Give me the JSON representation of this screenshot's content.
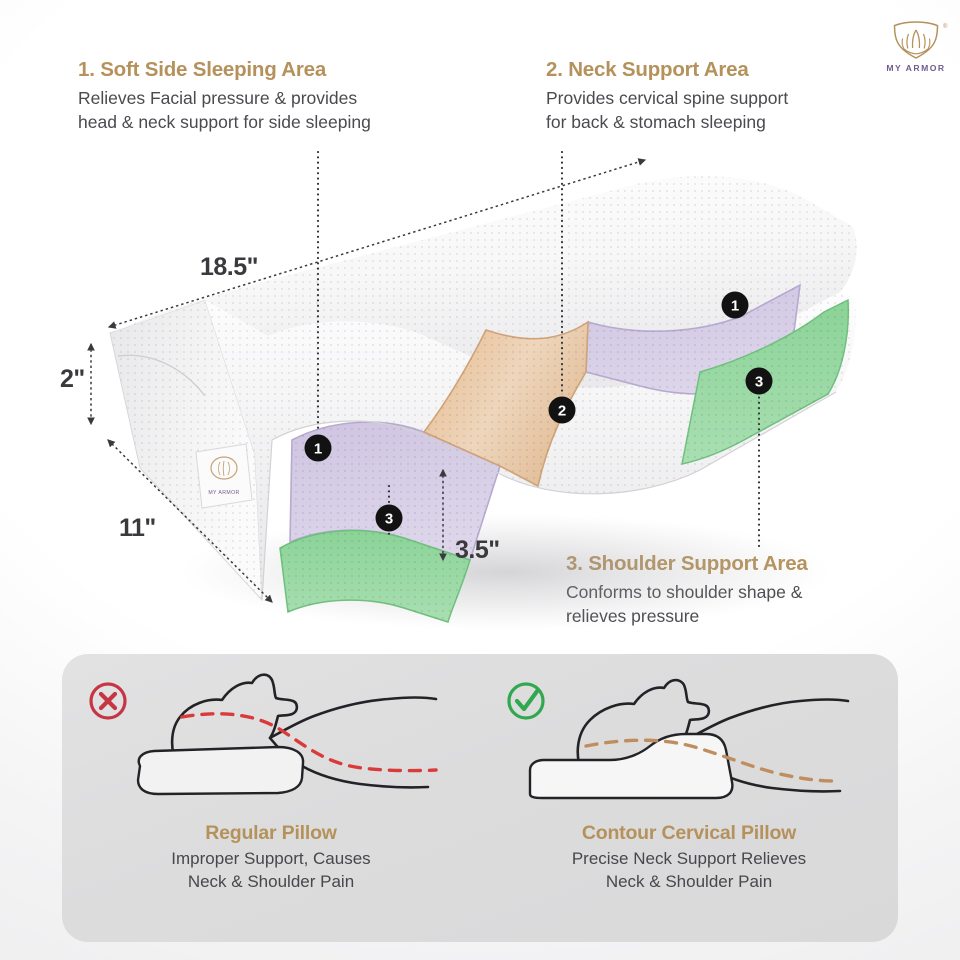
{
  "brand": {
    "name": "MY ARMOR",
    "logo_icon": "shield-lotus-icon",
    "registered_mark": "®",
    "logo_gold": "#b5925b",
    "wordmark_purple": "#6f5b8e",
    "tag_label": "MY ARMOR"
  },
  "theme": {
    "heading_gold": "#b5925b",
    "body_gray": "#4a4a4f",
    "dimension_dark": "#3a3a3e",
    "panel_gray": "#dcdcdd",
    "zone_purple": "#c9bedd",
    "zone_tan": "#e3bd94",
    "zone_green": "#8fd49a",
    "badge_black": "#121212",
    "cross_red": "#c53543",
    "check_green": "#2fa84f",
    "bad_spine_red": "#d93a3a",
    "good_spine_tan": "#c08e5e"
  },
  "callouts": [
    {
      "number": "1",
      "title": "1. Soft Side Sleeping Area",
      "body": "Relieves Facial pressure & provides\nhead & neck support for side sleeping"
    },
    {
      "number": "2",
      "title": "2. Neck Support Area",
      "body": "Provides cervical spine support\nfor back & stomach sleeping"
    },
    {
      "number": "3",
      "title": "3. Shoulder Support Area",
      "body": "Conforms to shoulder shape &\nrelieves pressure"
    }
  ],
  "dimensions": {
    "length": "18.5\"",
    "height": "2\"",
    "width": "11\"",
    "contour_height": "3.5\""
  },
  "badges": {
    "zone1_left": "1",
    "zone1_right": "1",
    "zone2": "2",
    "zone3_left": "3",
    "zone3_right": "3"
  },
  "comparison": {
    "left": {
      "status_icon": "cross-circle-icon",
      "title": "Regular Pillow",
      "subtitle": "Improper Support, Causes\nNeck & Shoulder Pain"
    },
    "right": {
      "status_icon": "check-circle-icon",
      "title": "Contour Cervical Pillow",
      "subtitle": "Precise Neck Support Relieves\nNeck & Shoulder Pain"
    }
  }
}
